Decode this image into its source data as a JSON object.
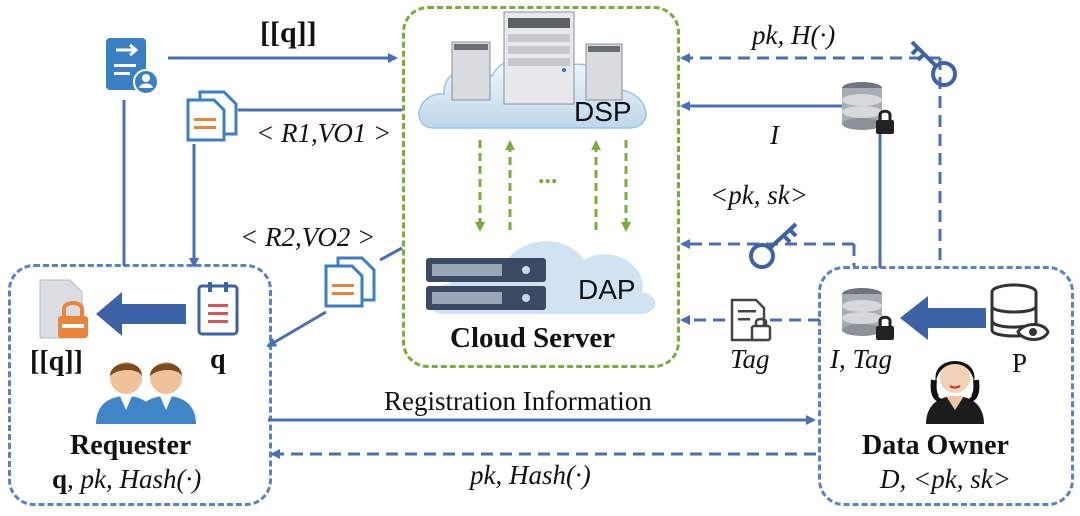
{
  "entities": {
    "cloud_server": "Cloud Server",
    "dsp": "DSP",
    "dap": "DAP",
    "ellipsis": "...",
    "requester": "Requester",
    "requester_q_bold": "q",
    "requester_keys": ", pk, Hash(·)",
    "data_owner": "Data Owner",
    "data_owner_keys": "D, <pk, sk>",
    "requester_query_bold": "q",
    "enc_query_left": "[[q]]",
    "owner_i_tag": "I, Tag",
    "owner_p": "P"
  },
  "edges": {
    "enc_query_top": "[[q]]",
    "r1_vo1": "< R1,VO1 >",
    "r2_vo2": "< R2,VO2 >",
    "pk_h": "pk, H(·)",
    "index_i": "I",
    "pk_sk": "<pk, sk>",
    "tag": "Tag",
    "registration": "Registration Information",
    "pk_hash": "pk, Hash(·)"
  },
  "colors": {
    "blue_line": "#4a6fb5",
    "green_dash": "#79ad3d",
    "icon_blue": "#3a7fc4",
    "icon_orange": "#e8853a"
  },
  "icons": [
    "request-form-icon",
    "documents-icon",
    "key-icon",
    "database-lock-icon",
    "clipboard-icon",
    "locked-document-icon",
    "tag-document-icon",
    "database-eye-icon",
    "server-icon",
    "rack-server-icon",
    "user-icon"
  ]
}
